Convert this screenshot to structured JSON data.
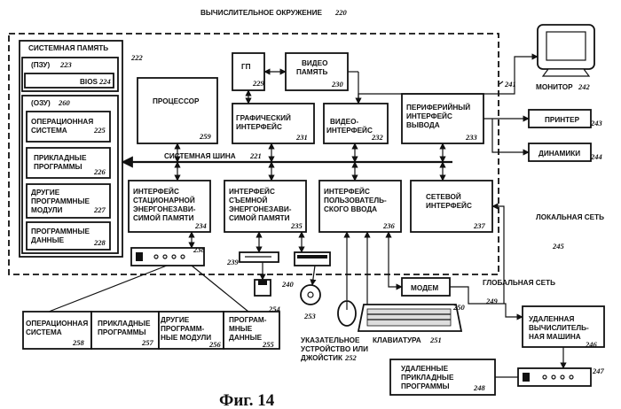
{
  "title": "ВЫЧИСЛИТЕЛЬНОЕ ОКРУЖЕНИЕ",
  "title_ref": "220",
  "figure": "Фиг. 14",
  "system_memory": {
    "label": "СИСТЕМНАЯ ПАМЯТЬ",
    "ref": "222"
  },
  "rom": {
    "label": "(ПЗУ)",
    "ref": "223"
  },
  "bios": {
    "label": "BIOS",
    "ref": "224"
  },
  "ram": {
    "label": "(ОЗУ)",
    "ref": "260"
  },
  "os": {
    "line1": "ОПЕРАЦИОННАЯ",
    "line2": "СИСТЕМА",
    "ref": "225"
  },
  "apps": {
    "line1": "ПРИКЛАДНЫЕ",
    "line2": "ПРОГРАММЫ",
    "ref": "226"
  },
  "other_modules": {
    "line1": "ДРУГИЕ",
    "line2": "ПРОГРАММНЫЕ",
    "line3": "МОДУЛИ",
    "ref": "227"
  },
  "prog_data": {
    "line1": "ПРОГРАММНЫЕ",
    "line2": "ДАННЫЕ",
    "ref": "228"
  },
  "processor": {
    "label": "ПРОЦЕССОР",
    "ref": "259"
  },
  "gpu": {
    "label": "ГП",
    "ref": "229"
  },
  "video_memory": {
    "line1": "ВИДЕО",
    "line2": "ПАМЯТЬ",
    "ref": "230"
  },
  "graphics_interface": {
    "line1": "ГРАФИЧЕСКИЙ",
    "line2": "ИНТЕРФЕЙС",
    "ref": "231"
  },
  "video_interface": {
    "line1": "ВИДЕО-",
    "line2": "ИНТЕРФЕЙС",
    "ref": "232"
  },
  "peripheral_interface": {
    "line1": "ПЕРИФЕРИЙНЫЙ",
    "line2": "ИНТЕРФЕЙС",
    "line3": "ВЫВОДА",
    "ref": "233"
  },
  "system_bus": {
    "label": "СИСТЕМНАЯ ШИНА",
    "ref": "221"
  },
  "fixed_mem_interface": {
    "line1": "ИНТЕРФЕЙС",
    "line2": "СТАЦИОНАРНОЙ",
    "line3": "ЭНЕРГОНЕЗАВИ-",
    "line4": "СИМОЙ ПАМЯТИ",
    "ref": "234"
  },
  "removable_mem_interface": {
    "line1": "ИНТЕРФЕЙС",
    "line2": "СЪЕМНОЙ",
    "line3": "ЭНЕРГОНЕЗАВИ-",
    "line4": "СИМОЙ ПАМЯТИ",
    "ref": "235"
  },
  "user_input_interface": {
    "line1": "ИНТЕРФЕЙС",
    "line2": "ПОЛЬЗОВАТЕЛЬ-",
    "line3": "СКОГО ВВОДА",
    "ref": "236"
  },
  "network_interface": {
    "line1": "СЕТЕВОЙ",
    "line2": "ИНТЕРФЕЙС",
    "ref": "237"
  },
  "monitor": {
    "label": "МОНИТОР",
    "ref": "242"
  },
  "printer": {
    "label": "ПРИНТЕР",
    "ref": "243"
  },
  "speakers": {
    "label": "ДИНАМИКИ",
    "ref": "244"
  },
  "outer_ref": "241",
  "lan": {
    "label": "ЛОКАЛЬНАЯ СЕТЬ",
    "ref": "245"
  },
  "wan": {
    "label": "ГЛОБАЛЬНАЯ СЕТЬ",
    "ref": "249"
  },
  "modem": {
    "label": "МОДЕМ",
    "ref": "250"
  },
  "remote_computer": {
    "line1": "УДАЛЕННАЯ",
    "line2": "ВЫЧИСЛИТЕЛЬ-",
    "line3": "НАЯ МАШИНА",
    "ref": "246"
  },
  "remote_apps": {
    "line1": "УДАЛЕННЫЕ",
    "line2": "ПРИКЛАДНЫЕ",
    "line3": "ПРОГРАММЫ",
    "ref": "248"
  },
  "remote_hdd_ref": "247",
  "hdd_ref": "238",
  "fdd_ref": "239",
  "cd_ref": "240",
  "floppy_ref": "254",
  "disc_ref": "253",
  "pointing_device": {
    "line1": "УКАЗАТЕЛЬНОЕ",
    "line2": "УСТРОЙСТВО ИЛИ",
    "line3": "ДЖОЙСТИК",
    "ref": "252"
  },
  "keyboard": {
    "label": "КЛАВИАТУРА",
    "ref": "251"
  },
  "disk_os": {
    "line1": "ОПЕРАЦИОННАЯ",
    "line2": "СИСТЕМА",
    "ref": "258"
  },
  "disk_apps": {
    "line1": "ПРИКЛАДНЫЕ",
    "line2": "ПРОГРАММЫ",
    "ref": "257"
  },
  "disk_modules": {
    "line1": "ДРУГИЕ",
    "line2": "ПРОГРАММ-",
    "line3": "НЫЕ МОДУЛИ",
    "ref": "256"
  },
  "disk_data": {
    "line1": "ПРОГРАМ-",
    "line2": "МНЫЕ",
    "line3": "ДАННЫЕ",
    "ref": "255"
  }
}
